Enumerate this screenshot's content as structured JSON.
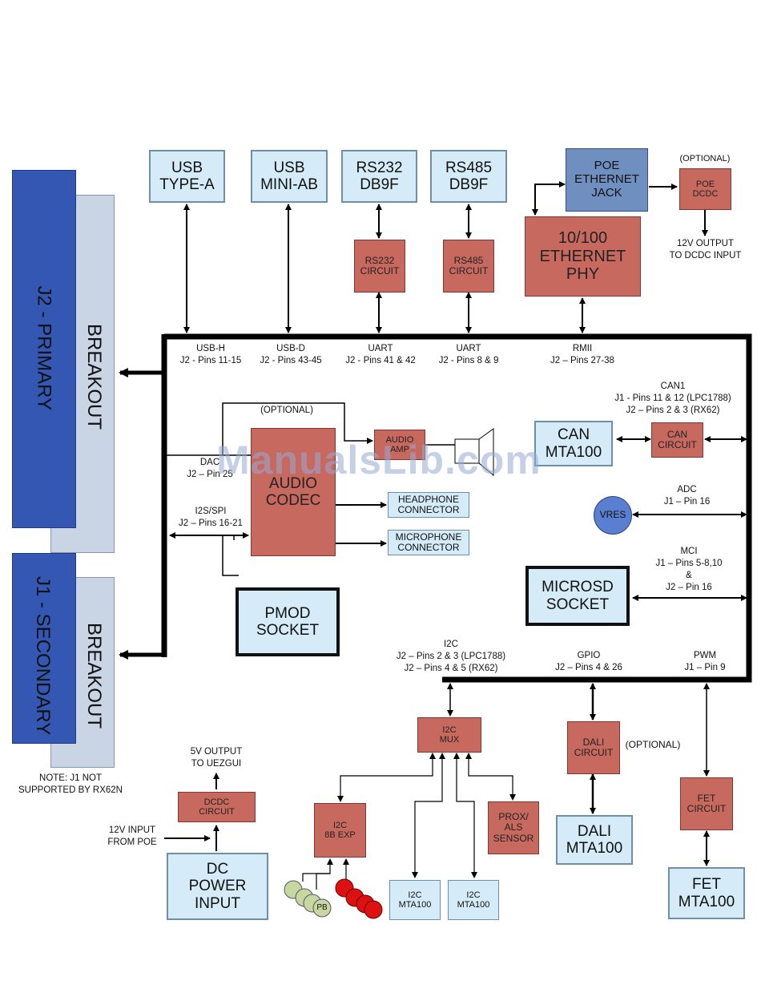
{
  "watermark": "ManualsLib.com",
  "headers": {
    "usb_a": "USB\nTYPE-A",
    "usb_mini": "USB\nMINI-AB",
    "rs232": "RS232\nDB9F",
    "rs485": "RS485\nDB9F",
    "poe_jack": "POE\nETHERNET\nJACK",
    "poe_optional": "(OPTIONAL)",
    "poe_dcdc": "POE\nDCDC",
    "poe_output": "12V OUTPUT\nTO DCDC INPUT"
  },
  "circuits": {
    "rs232": "RS232\nCIRCUIT",
    "rs485": "RS485\nCIRCUIT",
    "ethernet_phy": "10/100\nETHERNET\nPHY"
  },
  "bus_labels": {
    "usb_h": "USB-H\nJ2 - Pins 11-15",
    "usb_d": "USB-D\nJ2 - Pins 43-45",
    "uart1": "UART\nJ2 - Pins 41 & 42",
    "uart2": "UART\nJ2 - Pins 8 & 9",
    "rmii": "RMII\nJ2 – Pins 27-38",
    "can1": "CAN1\nJ1 - Pins 11 & 12 (LPC1788)\nJ2 – Pins 2 & 3 (RX62)",
    "adc": "ADC\nJ1 – Pin 16",
    "mci": "MCI\nJ1 – Pins 5-8,10\n&\nJ2 – Pin 16",
    "dac": "DAC\nJ2 – Pin 25",
    "i2s": "I2S/SPI\nJ2 – Pins 16-21",
    "i2c": "I2C\nJ2 – Pins 2 & 3 (LPC1788)\nJ2 – Pins 4 & 5 (RX62)",
    "gpio": "GPIO\nJ2 – Pins 4 & 26",
    "pwm": "PWM\nJ1 – Pin 9"
  },
  "connectors": {
    "j2_primary": "J2 - PRIMARY",
    "j2_breakout": "BREAKOUT",
    "j1_secondary": "J1 - SECONDARY",
    "j1_breakout": "BREAKOUT",
    "j1_note": "NOTE: J1 NOT\nSUPPORTED BY RX62N"
  },
  "audio": {
    "optional": "(OPTIONAL)",
    "codec": "AUDIO\nCODEC",
    "amp": "AUDIO\nAMP",
    "headphone": "HEADPHONE\nCONNECTOR",
    "microphone": "MICROPHONE\nCONNECTOR"
  },
  "peripherals": {
    "can_mta": "CAN\nMTA100",
    "can_circuit": "CAN\nCIRCUIT",
    "vres": "VRES",
    "microsd": "MICROSD\nSOCKET",
    "pmod": "PMOD\nSOCKET",
    "i2c_mux": "I2C\nMUX",
    "i2c_exp": "I2C\n8B EXP",
    "prox": "PROX/\nALS\nSENSOR",
    "i2c_mta1": "I2C\nMTA100",
    "i2c_mta2": "I2C\nMTA100",
    "dali_circuit": "DALI\nCIRCUIT",
    "dali_optional": "(OPTIONAL)",
    "dali_mta": "DALI\nMTA100",
    "fet_circuit": "FET\nCIRCUIT",
    "fet_mta": "FET\nMTA100",
    "pb": "PB"
  },
  "power": {
    "output5v": "5V OUTPUT\nTO UEZGUI",
    "dcdc": "DCDC\nCIRCUIT",
    "input12v": "12V INPUT\nFROM POE",
    "dc_input": "DC\nPOWER\nINPUT"
  },
  "colors": {
    "light_blue_box": "#d5ecf8",
    "red_box": "#c8695f",
    "blue_box": "#6f8fc0",
    "connector_blue": "#3457b4",
    "breakout_gray": "#c9d4e4",
    "bus_black": "#000000"
  }
}
